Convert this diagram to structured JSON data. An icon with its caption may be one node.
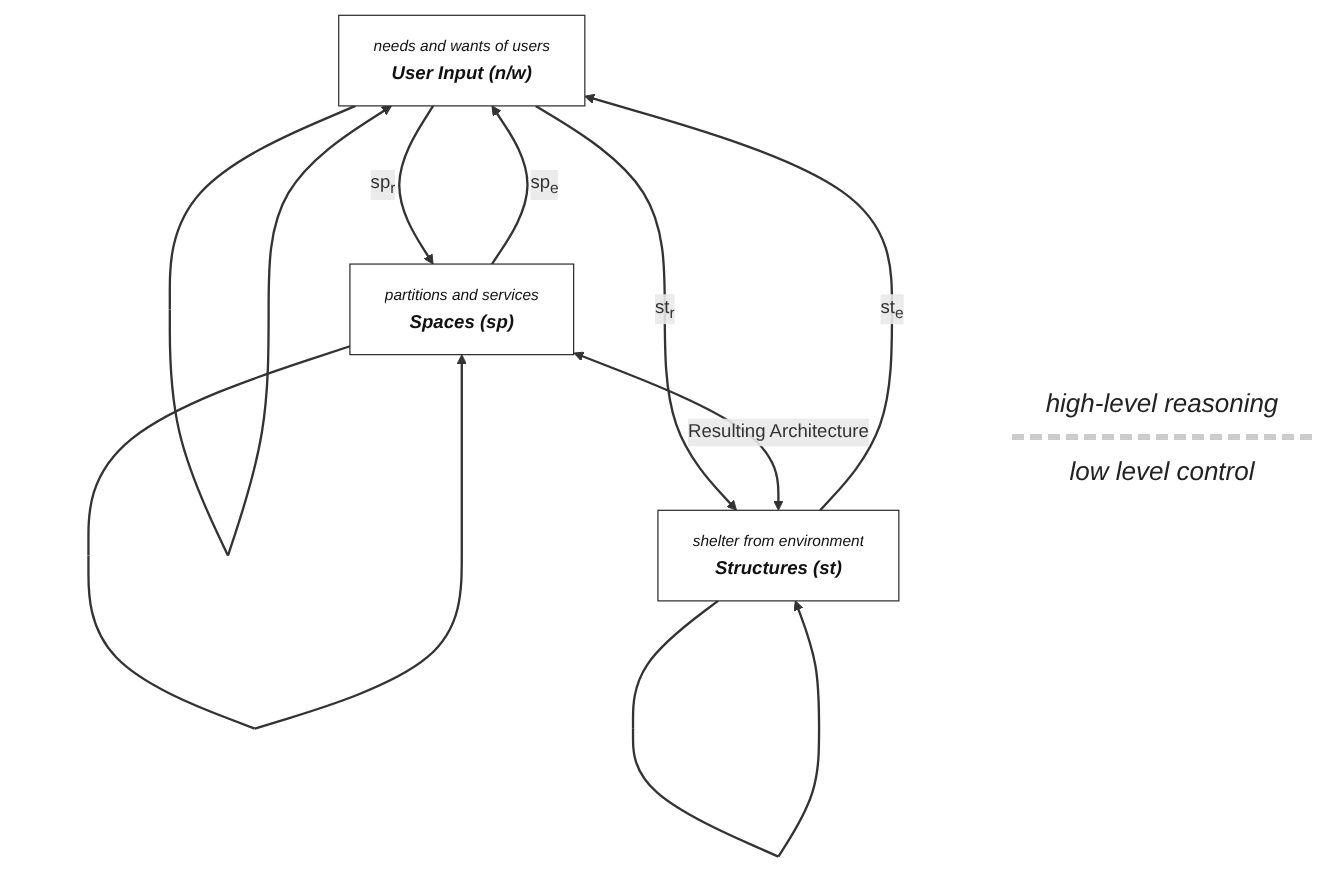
{
  "diagram": {
    "nodes": [
      {
        "text": [
          "needs and wants of users",
          "User Input (n/w)"
        ]
      },
      {
        "text": [
          "partitions and services",
          "Spaces (sp)"
        ]
      },
      {
        "text": [
          "shelter from environment",
          "Structures (st)"
        ]
      }
    ],
    "edges": [
      {
        "from": 0,
        "to": 0,
        "arrow": "to"
      },
      {
        "from": 1,
        "to": 1,
        "arrow": "to"
      },
      {
        "from": 2,
        "to": 2,
        "arrow": "to"
      },
      {
        "from": 0,
        "to": 1,
        "arrow": "to",
        "label": "sp$_{r}$"
      },
      {
        "from": 1,
        "to": 0,
        "arrow": "to",
        "label": "sp$_{e}$"
      },
      {
        "from": 0,
        "to": 2,
        "arrow": "to",
        "label": "st$_{r}$"
      },
      {
        "from": 2,
        "to": 0,
        "arrow": "to",
        "label": "st$_{e}$"
      },
      {
        "from": 1,
        "to": 2,
        "arrow": "both",
        "label": "Resulting Architecture"
      }
    ],
    "labels": [
      "high-level reasoning",
      "low level control"
    ]
  }
}
